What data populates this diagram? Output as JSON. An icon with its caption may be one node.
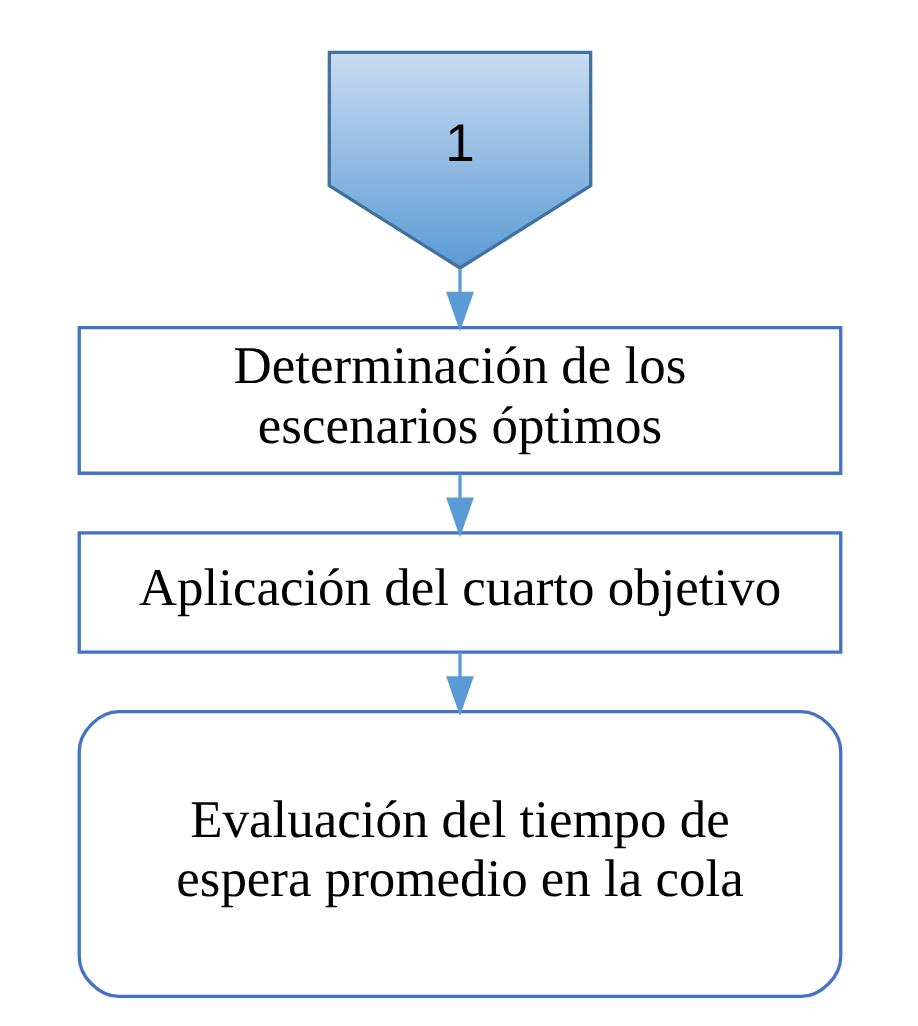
{
  "diagram": {
    "nodes": [
      {
        "text": [
          "1"
        ]
      },
      {
        "text": [
          "Determinación de los escenarios óptimos"
        ]
      },
      {
        "text": [
          "Aplicación del cuarto objetivo"
        ]
      },
      {
        "text": [
          "Evaluación del tiempo de espera promedio en la cola"
        ]
      }
    ],
    "edges": [
      {
        "from": 0,
        "to": 1,
        "arrow": "to"
      },
      {
        "from": 1,
        "to": 2,
        "arrow": "to"
      },
      {
        "from": 2,
        "to": 3,
        "arrow": "to"
      }
    ]
  }
}
